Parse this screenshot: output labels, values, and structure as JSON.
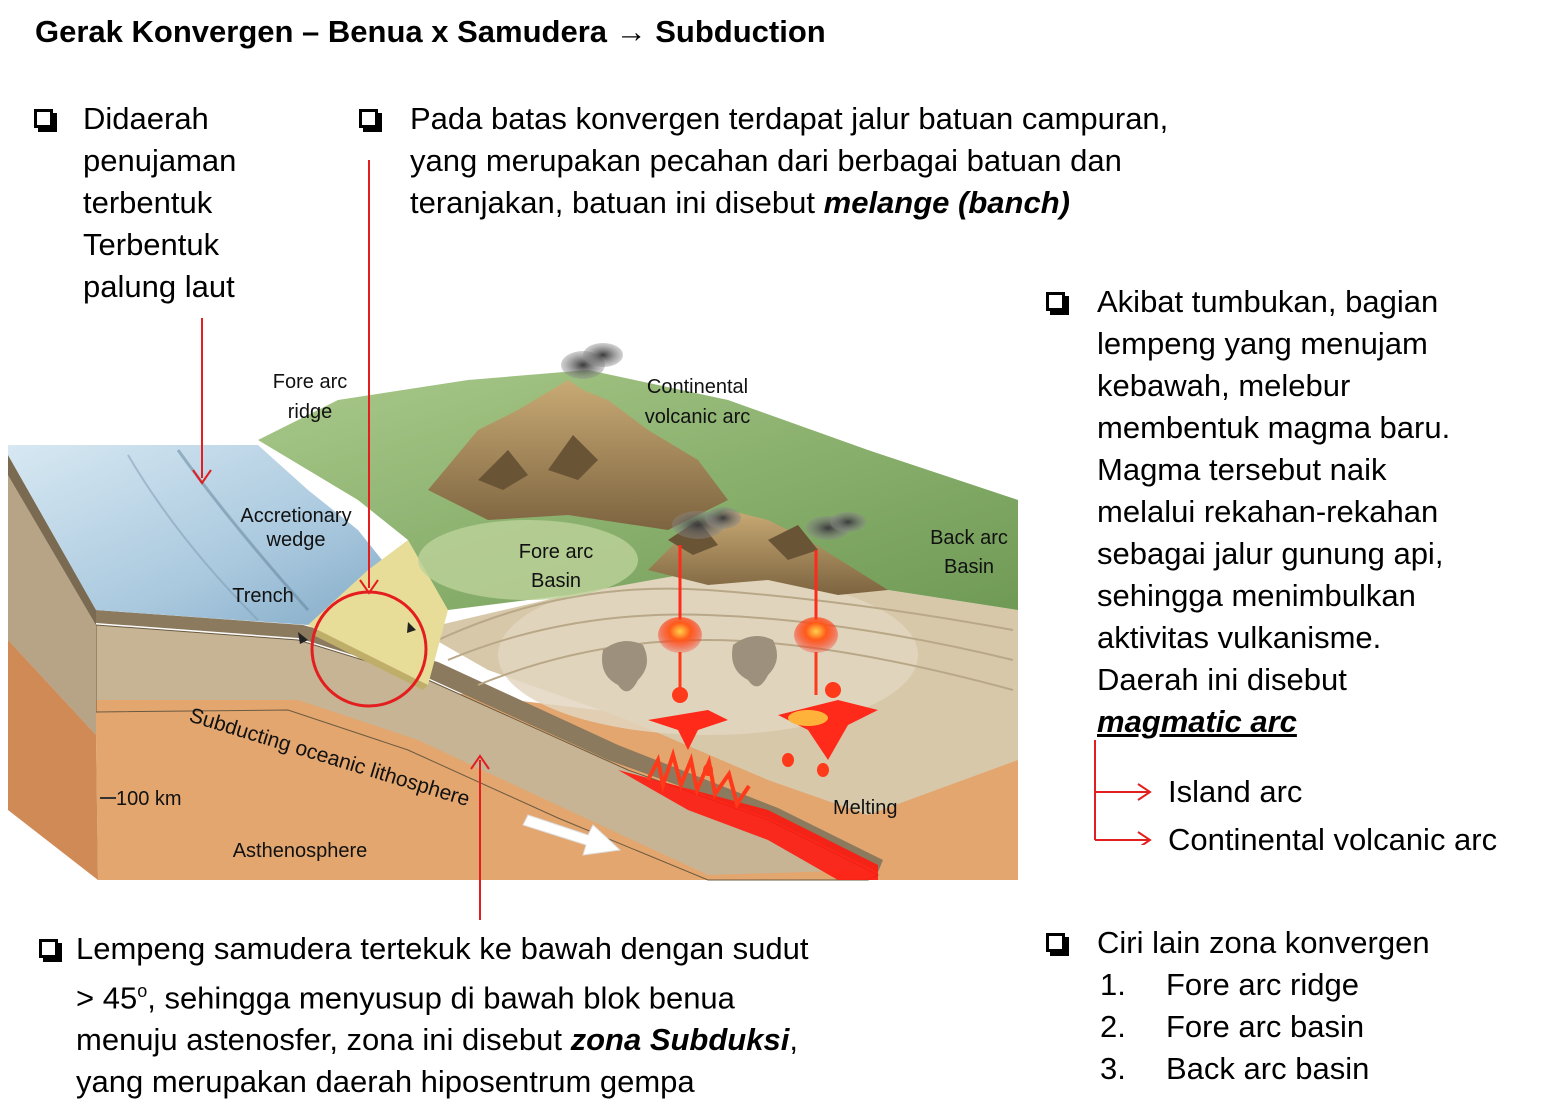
{
  "title": "Gerak Konvergen – Benua x Samudera → Subduction",
  "notes": {
    "trench": [
      "Didaerah",
      "penujaman",
      "terbentuk",
      "Terbentuk",
      "palung laut"
    ],
    "melange": {
      "line1": "Pada batas konvergen terdapat jalur batuan campuran,",
      "line2": "yang merupakan pecahan dari berbagai batuan dan",
      "line3_plain": "teranjakan, batuan ini disebut ",
      "line3_emph": "melange (banch)"
    },
    "magmatic": {
      "lines": [
        "Akibat tumbukan, bagian",
        "lempeng yang menujam",
        "kebawah, melebur",
        "membentuk magma baru.",
        "Magma tersebut naik",
        "melalui rekahan-rekahan",
        "sebagai jalur gunung api,",
        "sehingga menimbulkan",
        "aktivitas vulkanisme.",
        "Daerah ini disebut"
      ],
      "emph": "magmatic arc",
      "types": [
        "Island arc",
        "Continental volcanic  arc"
      ]
    },
    "subduction": {
      "line1": "Lempeng samudera tertekuk  ke bawah dengan sudut",
      "line2_pre": "> 45",
      "line2_sup": "o",
      "line2_post": ", sehingga menyusup di bawah blok benua",
      "line3_pre": "menuju astenosfer, zona ini disebut ",
      "line3_emph": "zona Subduksi",
      "line3_post": ",",
      "line4": "yang merupakan daerah hiposentrum gempa"
    },
    "other": {
      "heading": "Ciri lain zona konvergen",
      "items": [
        {
          "num": "1.",
          "text": "Fore arc ridge"
        },
        {
          "num": "2.",
          "text": "Fore arc basin"
        },
        {
          "num": "3.",
          "text": "Back arc basin"
        }
      ]
    }
  },
  "diagram_labels": {
    "fore_arc_ridge": [
      "Fore arc",
      "ridge"
    ],
    "continental_volcanic_arc": [
      "Continental",
      "volcanic arc"
    ],
    "accretionary_wedge": [
      "Accretionary",
      "wedge"
    ],
    "trench": "Trench",
    "fore_arc_basin": [
      "Fore arc",
      "Basin"
    ],
    "back_arc_basin": [
      "Back arc",
      "Basin"
    ],
    "subducting_lithosphere": "Subducting oceanic lithosphere",
    "depth": "100 km",
    "melting": "Melting",
    "asthenosphere": "Asthenosphere"
  },
  "colors": {
    "accent": "#e41e1e",
    "ocean": "#bcd7e8",
    "land_green": "#8cb06a",
    "mountain_brown": "#9c8254",
    "crust_tan": "#cdbb9c",
    "lithosphere": "#c9b79a",
    "asthenosphere": "#e0a06c",
    "magma": "#ff2a1a"
  }
}
